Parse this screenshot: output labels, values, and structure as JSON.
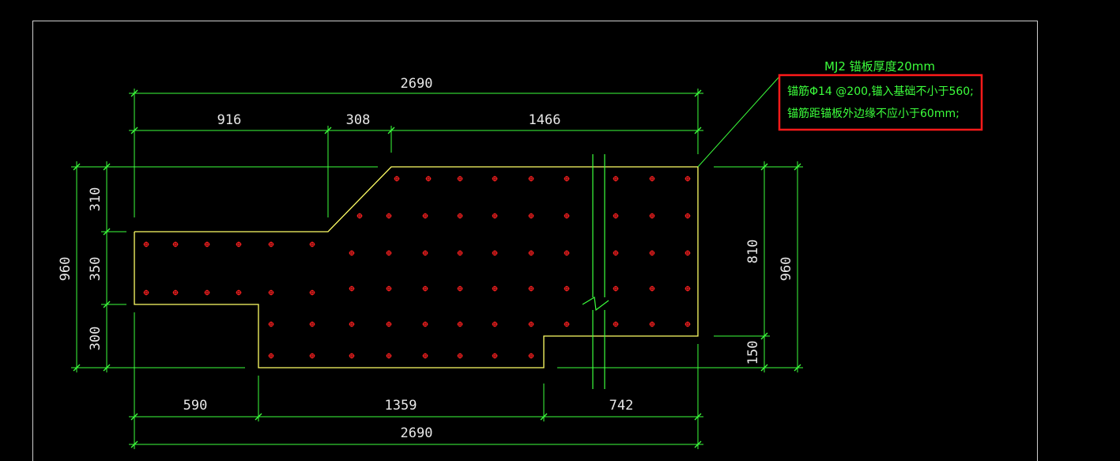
{
  "title": "MJ2  锚板厚度20mm",
  "notes": [
    "锚筋Φ14 @200,锚入基础不小于560;",
    "锚筋距锚板外边缘不应小于60mm;"
  ],
  "dims": {
    "top_total": "2690",
    "top_a": "916",
    "top_b": "308",
    "top_c": "1466",
    "bottom_a": "590",
    "bottom_b": "1359",
    "bottom_c": "742",
    "bottom_total": "2690",
    "left_total": "960",
    "left_a": "310",
    "left_b": "350",
    "left_c": "300",
    "right_a": "810",
    "right_b": "150",
    "right_total": "960"
  },
  "colors": {
    "background": "#000000",
    "outline": "#ffff66",
    "dimension": "#3cff3c",
    "bolt": "#ff2020",
    "highlight": "#ff1a1a"
  }
}
